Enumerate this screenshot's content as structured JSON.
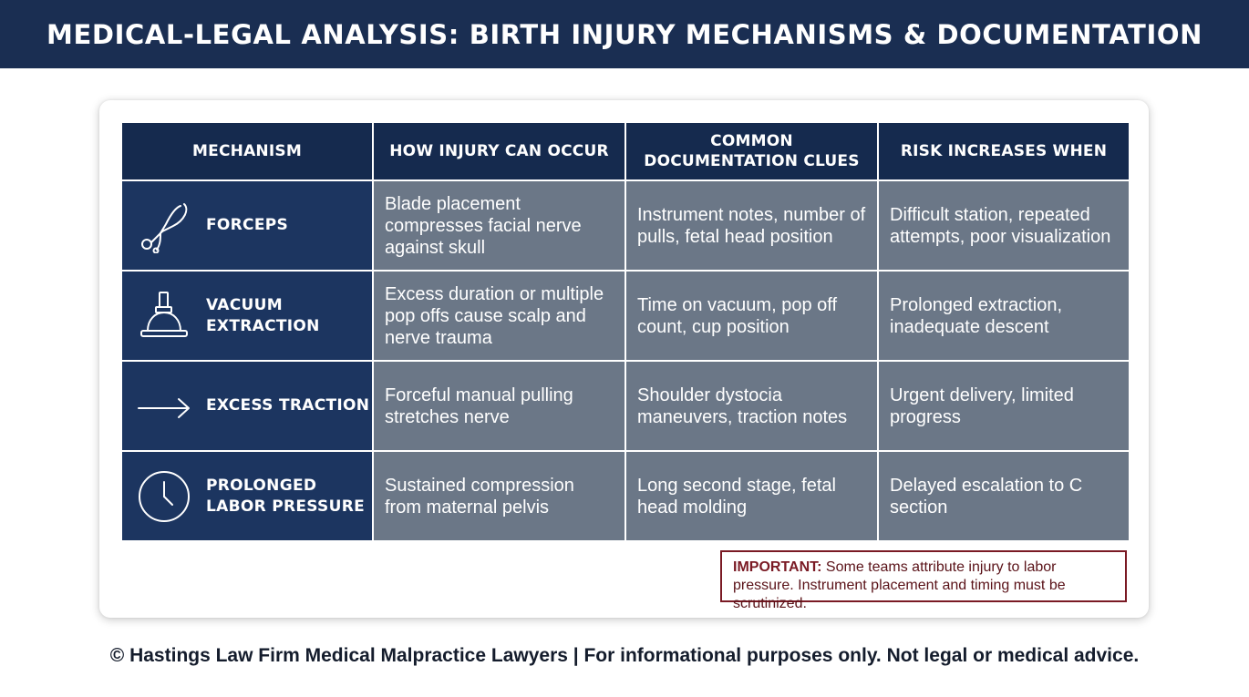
{
  "header": {
    "title": "MEDICAL-LEGAL ANALYSIS: BIRTH INJURY MECHANISMS & DOCUMENTATION"
  },
  "table": {
    "columns": [
      "MECHANISM",
      "HOW INJURY CAN OCCUR",
      "COMMON DOCUMENTATION CLUES",
      "RISK INCREASES WHEN"
    ],
    "rows": [
      {
        "icon": "forceps-icon",
        "mechanism": "FORCEPS",
        "how": "Blade placement compresses facial nerve against skull",
        "clues": "Instrument notes, number of pulls, fetal head position",
        "risk": "Difficult station, repeated attempts, poor visualization"
      },
      {
        "icon": "vacuum-cup-icon",
        "mechanism": "VACUUM EXTRACTION",
        "how": "Excess duration or multiple pop offs cause scalp and nerve trauma",
        "clues": "Time on vacuum, pop off count, cup position",
        "risk": "Prolonged extraction, inadequate descent"
      },
      {
        "icon": "arrow-right-icon",
        "mechanism": "EXCESS TRACTION",
        "how": "Forceful manual pulling stretches nerve",
        "clues": "Shoulder dystocia maneuvers, traction notes",
        "risk": "Urgent delivery, limited progress"
      },
      {
        "icon": "clock-icon",
        "mechanism": "PROLONGED LABOR PRESSURE",
        "how": "Sustained compression from maternal pelvis",
        "clues": "Long second stage, fetal head molding",
        "risk": "Delayed escalation to C section"
      }
    ]
  },
  "note": {
    "label": "IMPORTANT:",
    "text": " Some teams attribute injury to labor pressure. Instrument placement and timing must be scrutinized."
  },
  "footer": {
    "text": "© Hastings Law Firm Medical Malpractice Lawyers | For informational purposes only. Not legal or medical advice."
  },
  "colors": {
    "header_bg": "#1a2e52",
    "table_header_bg": "#152a4e",
    "mechanism_bg": "#1c3560",
    "cell_bg": "#6b7787",
    "note_border": "#7a1a24"
  }
}
